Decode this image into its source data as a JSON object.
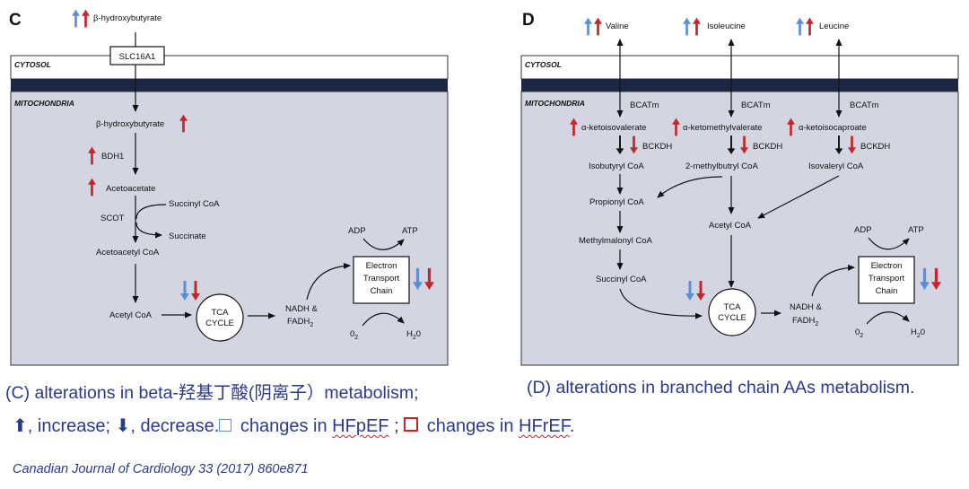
{
  "panel_c": {
    "letter": "C",
    "cytosol": "CYTOSOL",
    "mitochondria": "MITOCHONDRIA",
    "bhb_top": "β-hydroxybutyrate",
    "transporter": "SLC16A1",
    "bhb": "β-hydroxybutyrate",
    "bdh1": "BDH1",
    "acetoacetate": "Acetoacetate",
    "succinyl_coa": "Succinyl CoA",
    "scot": "SCOT",
    "succinate": "Succinate",
    "acetoacetyl_coa": "Acetoacetyl CoA",
    "acetyl_coa": "Acetyl CoA",
    "tca1": "TCA",
    "tca2": "CYCLE",
    "nadh1": "NADH &",
    "nadh2": "FADH",
    "sub2": "2",
    "adp": "ADP",
    "atp": "ATP",
    "etc1": "Electron",
    "etc2": "Transport",
    "etc3": "Chain",
    "o": "0",
    "h": "H",
    "o_tail": "0"
  },
  "panel_d": {
    "letter": "D",
    "cytosol": "CYTOSOL",
    "mitochondria": "MITOCHONDRIA",
    "valine": "Valine",
    "isoleucine": "Isoleucine",
    "leucine": "Leucine",
    "bcatm": "BCATm",
    "kiv": "α-ketoisovalerate",
    "kmv": "α-ketomethylvalerate",
    "kic": "α-ketoisocaproate",
    "bckdh": "BCKDH",
    "isobutyryl": "Isobutyryl CoA",
    "methylbutyryl": "2-methylbutryl CoA",
    "isovaleryl": "Isovaleryl CoA",
    "propionyl": "Propionyl CoA",
    "acetyl_coa": "Acetyl CoA",
    "methylmalonyl": "Methylmalonyl CoA",
    "succinyl": "Succinyl CoA",
    "tca1": "TCA",
    "tca2": "CYCLE",
    "nadh1": "NADH &",
    "nadh2": "FADH",
    "sub2": "2",
    "adp": "ADP",
    "atp": "ATP",
    "etc1": "Electron",
    "etc2": "Transport",
    "etc3": "Chain",
    "o": "0",
    "h": "H",
    "o_tail": "0"
  },
  "captions": {
    "c": "(C) alterations in beta-羟基丁酸(阴离子）metabolism;",
    "d": "(D) alterations in branched chain AAs metabolism."
  },
  "legend": {
    "up_symbol": "⬆",
    "up_text": ", increase; ",
    "down_symbol": "⬇",
    "down_text": ", decrease.",
    "hfpef_pre": " changes in ",
    "hfpef": "HFpEF",
    "hfpef_post": " ; ",
    "hfref_pre": " changes in ",
    "hfref": "HFrEF",
    "hfref_post": "."
  },
  "source": "Canadian Journal of Cardiology 33 (2017) 860e871",
  "colors": {
    "blue_arrow": "#5b8fd6",
    "red_arrow": "#c0282c",
    "mito_fill": "#d3d6e2",
    "band": "#1c2744",
    "caption_text": "#2a3a8c"
  }
}
